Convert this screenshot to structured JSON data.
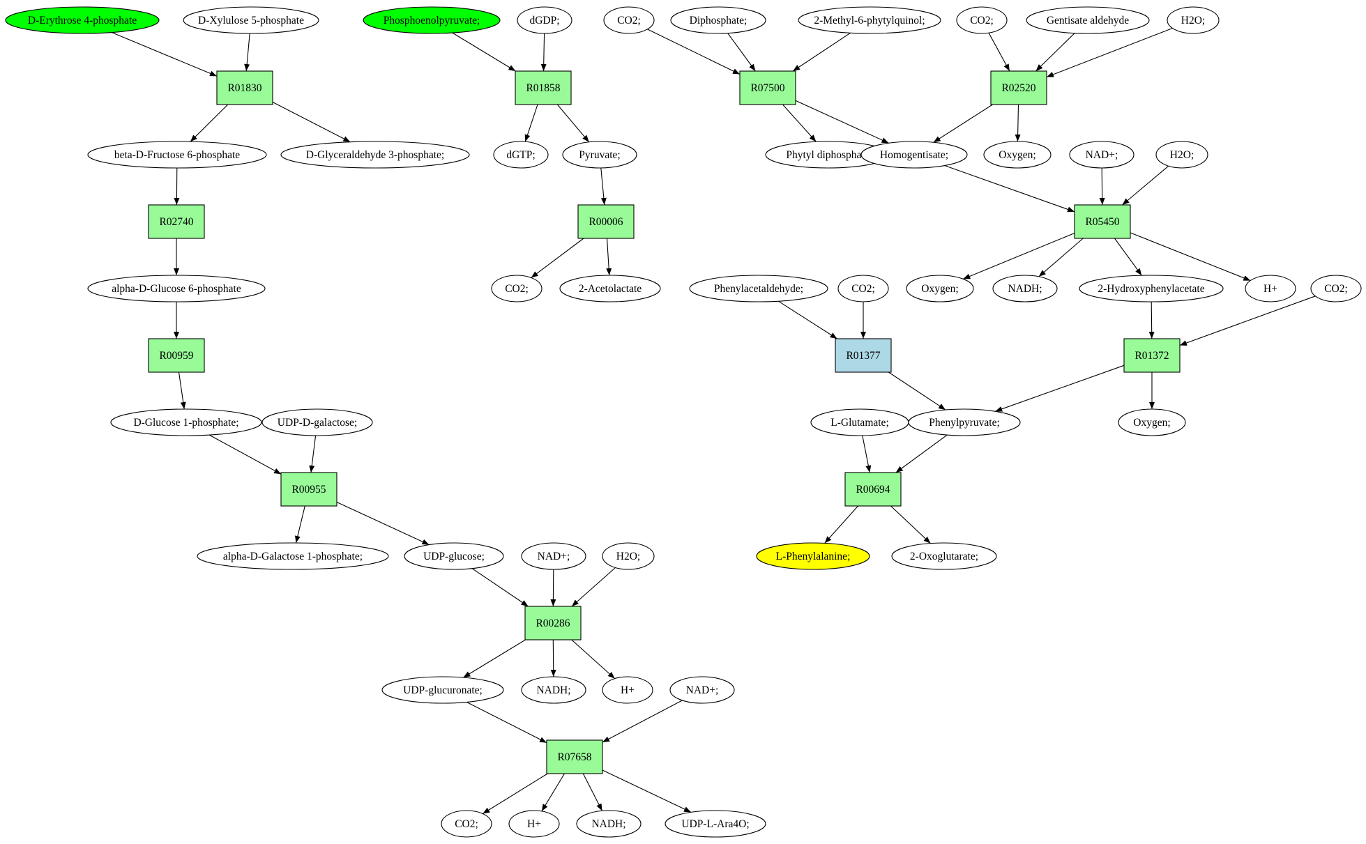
{
  "colors": {
    "reaction": "#98fb98",
    "reaction_alt": "#add8e6",
    "start_compound": "#00ff00",
    "end_compound": "#ffff00",
    "compound": "#ffffff",
    "stroke": "#000000"
  },
  "nodes": [
    {
      "id": "n_e4p",
      "kind": "compound",
      "label": "D-Erythrose 4-phosphate",
      "fill": "start"
    },
    {
      "id": "n_xu5p",
      "kind": "compound",
      "label": "D-Xylulose 5-phosphate"
    },
    {
      "id": "n_pep",
      "kind": "compound",
      "label": "Phosphoenolpyruvate;",
      "fill": "start"
    },
    {
      "id": "n_dgdp",
      "kind": "compound",
      "label": "dGDP;"
    },
    {
      "id": "n_co2_a",
      "kind": "compound",
      "label": "CO2;"
    },
    {
      "id": "n_dip",
      "kind": "compound",
      "label": "Diphosphate;"
    },
    {
      "id": "n_mpq",
      "kind": "compound",
      "label": "2-Methyl-6-phytylquinol;"
    },
    {
      "id": "n_co2_b",
      "kind": "compound",
      "label": "CO2;"
    },
    {
      "id": "n_gald",
      "kind": "compound",
      "label": "Gentisate aldehyde"
    },
    {
      "id": "n_h2o_a",
      "kind": "compound",
      "label": "H2O;"
    },
    {
      "id": "r01830",
      "kind": "reaction",
      "label": "R01830"
    },
    {
      "id": "r01858",
      "kind": "reaction",
      "label": "R01858"
    },
    {
      "id": "r07500",
      "kind": "reaction",
      "label": "R07500"
    },
    {
      "id": "r02520",
      "kind": "reaction",
      "label": "R02520"
    },
    {
      "id": "n_bf6p",
      "kind": "compound",
      "label": "beta-D-Fructose 6-phosphate"
    },
    {
      "id": "n_g3p",
      "kind": "compound",
      "label": "D-Glyceraldehyde 3-phosphate;"
    },
    {
      "id": "n_dgtp",
      "kind": "compound",
      "label": "dGTP;"
    },
    {
      "id": "n_pyr",
      "kind": "compound",
      "label": "Pyruvate;"
    },
    {
      "id": "n_phdp",
      "kind": "compound",
      "label": "Phytyl diphosphate"
    },
    {
      "id": "n_hgt",
      "kind": "compound",
      "label": "Homogentisate;"
    },
    {
      "id": "n_oxy_a",
      "kind": "compound",
      "label": "Oxygen;"
    },
    {
      "id": "n_nad_a",
      "kind": "compound",
      "label": "NAD+;"
    },
    {
      "id": "n_h2o_b",
      "kind": "compound",
      "label": "H2O;"
    },
    {
      "id": "r02740",
      "kind": "reaction",
      "label": "R02740"
    },
    {
      "id": "r00006",
      "kind": "reaction",
      "label": "R00006"
    },
    {
      "id": "r05450",
      "kind": "reaction",
      "label": "R05450"
    },
    {
      "id": "n_ag6p",
      "kind": "compound",
      "label": "alpha-D-Glucose 6-phosphate"
    },
    {
      "id": "n_co2_c",
      "kind": "compound",
      "label": "CO2;"
    },
    {
      "id": "n_acl",
      "kind": "compound",
      "label": "2-Acetolactate"
    },
    {
      "id": "n_phald",
      "kind": "compound",
      "label": "Phenylacetaldehyde;"
    },
    {
      "id": "n_co2_d",
      "kind": "compound",
      "label": "CO2;"
    },
    {
      "id": "n_oxy_b",
      "kind": "compound",
      "label": "Oxygen;"
    },
    {
      "id": "n_nadh_a",
      "kind": "compound",
      "label": "NADH;"
    },
    {
      "id": "n_hpa",
      "kind": "compound",
      "label": "2-Hydroxyphenylacetate"
    },
    {
      "id": "n_hplus_a",
      "kind": "compound",
      "label": "H+"
    },
    {
      "id": "n_co2_e",
      "kind": "compound",
      "label": "CO2;"
    },
    {
      "id": "r00959",
      "kind": "reaction",
      "label": "R00959"
    },
    {
      "id": "r01377",
      "kind": "reaction",
      "label": "R01377",
      "fill": "alt"
    },
    {
      "id": "r01372",
      "kind": "reaction",
      "label": "R01372"
    },
    {
      "id": "n_g1p",
      "kind": "compound",
      "label": "D-Glucose 1-phosphate;"
    },
    {
      "id": "n_udpgal",
      "kind": "compound",
      "label": "UDP-D-galactose;"
    },
    {
      "id": "n_lglu",
      "kind": "compound",
      "label": "L-Glutamate;"
    },
    {
      "id": "n_phpyr",
      "kind": "compound",
      "label": "Phenylpyruvate;"
    },
    {
      "id": "n_oxy_c",
      "kind": "compound",
      "label": "Oxygen;"
    },
    {
      "id": "r00955",
      "kind": "reaction",
      "label": "R00955"
    },
    {
      "id": "r00694",
      "kind": "reaction",
      "label": "R00694"
    },
    {
      "id": "n_agal1p",
      "kind": "compound",
      "label": "alpha-D-Galactose 1-phosphate;"
    },
    {
      "id": "n_udpglc",
      "kind": "compound",
      "label": "UDP-glucose;"
    },
    {
      "id": "n_nad_b",
      "kind": "compound",
      "label": "NAD+;"
    },
    {
      "id": "n_h2o_c",
      "kind": "compound",
      "label": "H2O;"
    },
    {
      "id": "n_lphe",
      "kind": "compound",
      "label": "L-Phenylalanine;",
      "fill": "end"
    },
    {
      "id": "n_2og",
      "kind": "compound",
      "label": "2-Oxoglutarate;"
    },
    {
      "id": "r00286",
      "kind": "reaction",
      "label": "R00286"
    },
    {
      "id": "n_udpgla",
      "kind": "compound",
      "label": "UDP-glucuronate;"
    },
    {
      "id": "n_nadh_b",
      "kind": "compound",
      "label": "NADH;"
    },
    {
      "id": "n_hplus_b",
      "kind": "compound",
      "label": "H+"
    },
    {
      "id": "n_nad_c",
      "kind": "compound",
      "label": "NAD+;"
    },
    {
      "id": "r07658",
      "kind": "reaction",
      "label": "R07658"
    },
    {
      "id": "n_co2_f",
      "kind": "compound",
      "label": "CO2;"
    },
    {
      "id": "n_hplus_c",
      "kind": "compound",
      "label": "H+"
    },
    {
      "id": "n_nadh_c",
      "kind": "compound",
      "label": "NADH;"
    },
    {
      "id": "n_udpara",
      "kind": "compound",
      "label": "UDP-L-Ara4O;"
    }
  ],
  "edges": [
    {
      "from": "n_e4p",
      "to": "r01830"
    },
    {
      "from": "n_xu5p",
      "to": "r01830"
    },
    {
      "from": "r01830",
      "to": "n_bf6p"
    },
    {
      "from": "r01830",
      "to": "n_g3p"
    },
    {
      "from": "n_bf6p",
      "to": "r02740"
    },
    {
      "from": "r02740",
      "to": "n_ag6p"
    },
    {
      "from": "n_ag6p",
      "to": "r00959"
    },
    {
      "from": "r00959",
      "to": "n_g1p"
    },
    {
      "from": "n_g1p",
      "to": "r00955"
    },
    {
      "from": "n_udpgal",
      "to": "r00955"
    },
    {
      "from": "r00955",
      "to": "n_agal1p"
    },
    {
      "from": "r00955",
      "to": "n_udpglc"
    },
    {
      "from": "n_udpglc",
      "to": "r00286"
    },
    {
      "from": "n_nad_b",
      "to": "r00286"
    },
    {
      "from": "n_h2o_c",
      "to": "r00286"
    },
    {
      "from": "r00286",
      "to": "n_udpgla"
    },
    {
      "from": "r00286",
      "to": "n_nadh_b"
    },
    {
      "from": "r00286",
      "to": "n_hplus_b"
    },
    {
      "from": "n_udpgla",
      "to": "r07658"
    },
    {
      "from": "n_nad_c",
      "to": "r07658"
    },
    {
      "from": "r07658",
      "to": "n_co2_f"
    },
    {
      "from": "r07658",
      "to": "n_hplus_c"
    },
    {
      "from": "r07658",
      "to": "n_nadh_c"
    },
    {
      "from": "r07658",
      "to": "n_udpara"
    },
    {
      "from": "n_pep",
      "to": "r01858"
    },
    {
      "from": "n_dgdp",
      "to": "r01858"
    },
    {
      "from": "r01858",
      "to": "n_dgtp"
    },
    {
      "from": "r01858",
      "to": "n_pyr"
    },
    {
      "from": "n_pyr",
      "to": "r00006"
    },
    {
      "from": "r00006",
      "to": "n_co2_c"
    },
    {
      "from": "r00006",
      "to": "n_acl"
    },
    {
      "from": "n_co2_a",
      "to": "r07500"
    },
    {
      "from": "n_dip",
      "to": "r07500"
    },
    {
      "from": "n_mpq",
      "to": "r07500"
    },
    {
      "from": "r07500",
      "to": "n_phdp"
    },
    {
      "from": "r07500",
      "to": "n_hgt"
    },
    {
      "from": "n_co2_b",
      "to": "r02520"
    },
    {
      "from": "n_gald",
      "to": "r02520"
    },
    {
      "from": "n_h2o_a",
      "to": "r02520"
    },
    {
      "from": "r02520",
      "to": "n_hgt"
    },
    {
      "from": "r02520",
      "to": "n_oxy_a"
    },
    {
      "from": "n_hgt",
      "to": "r05450"
    },
    {
      "from": "n_nad_a",
      "to": "r05450"
    },
    {
      "from": "n_h2o_b",
      "to": "r05450"
    },
    {
      "from": "r05450",
      "to": "n_oxy_b"
    },
    {
      "from": "r05450",
      "to": "n_nadh_a"
    },
    {
      "from": "r05450",
      "to": "n_hpa"
    },
    {
      "from": "r05450",
      "to": "n_hplus_a"
    },
    {
      "from": "n_hpa",
      "to": "r01372"
    },
    {
      "from": "n_co2_e",
      "to": "r01372"
    },
    {
      "from": "r01372",
      "to": "n_phpyr"
    },
    {
      "from": "r01372",
      "to": "n_oxy_c"
    },
    {
      "from": "n_phald",
      "to": "r01377"
    },
    {
      "from": "n_co2_d",
      "to": "r01377"
    },
    {
      "from": "r01377",
      "to": "n_phpyr"
    },
    {
      "from": "n_lglu",
      "to": "r00694"
    },
    {
      "from": "n_phpyr",
      "to": "r00694"
    },
    {
      "from": "r00694",
      "to": "n_lphe"
    },
    {
      "from": "r00694",
      "to": "n_2og"
    }
  ]
}
